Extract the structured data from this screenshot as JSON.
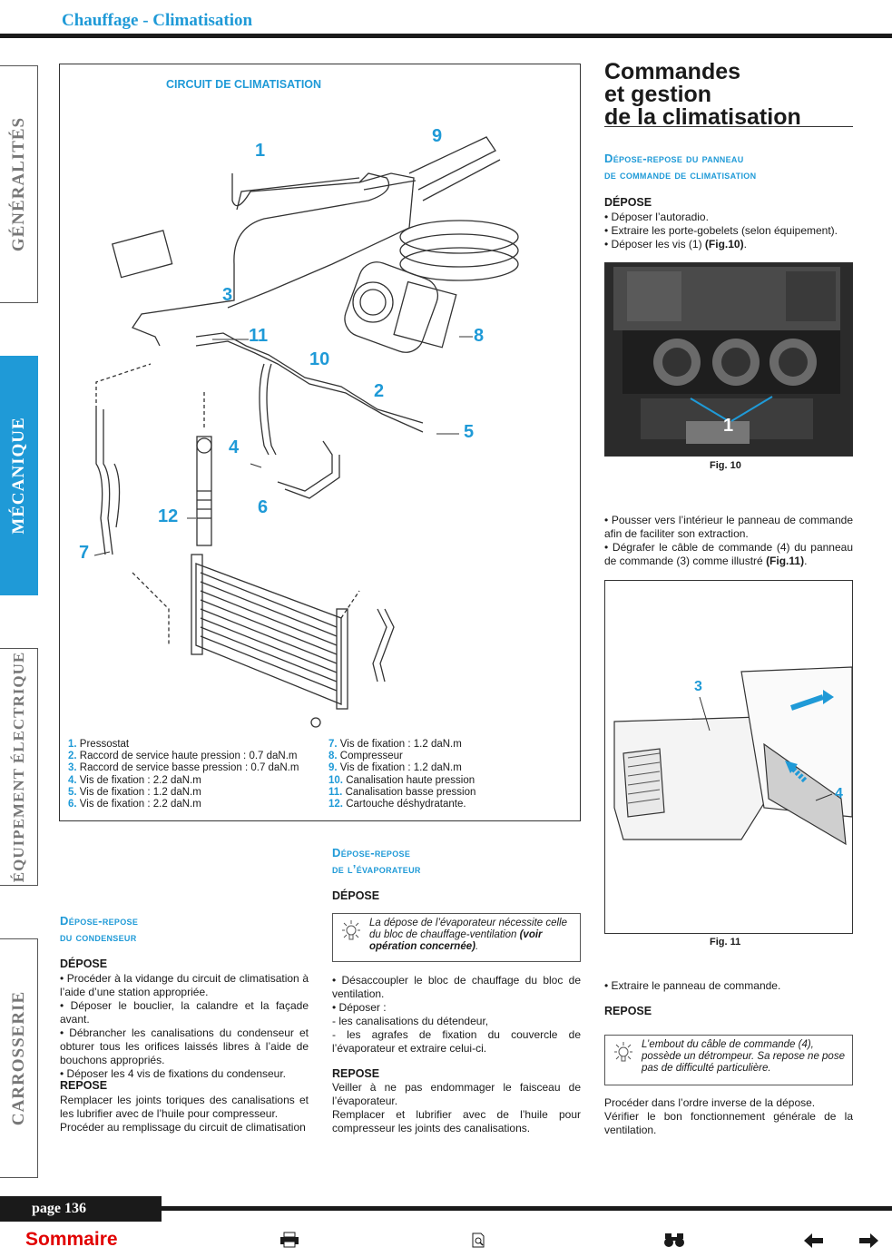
{
  "header": {
    "title": "Chauffage - Climatisation"
  },
  "side_tabs": [
    "GÉNÉRALITÉS",
    "MÉCANIQUE",
    "ÉQUIPEMENT ÉLECTRIQUE",
    "CARROSSERIE"
  ],
  "diagram": {
    "title": "CIRCUIT DE CLIMATISATION",
    "callouts": [
      "1",
      "2",
      "3",
      "4",
      "5",
      "6",
      "7",
      "8",
      "9",
      "10",
      "11",
      "12"
    ],
    "legend_left": [
      {
        "n": "1.",
        "t": "Pressostat"
      },
      {
        "n": "2.",
        "t": "Raccord de service haute pression : 0.7 daN.m"
      },
      {
        "n": "3.",
        "t": "Raccord de service basse pression : 0.7 daN.m"
      },
      {
        "n": "4.",
        "t": "Vis de fixation : 2.2 daN.m"
      },
      {
        "n": "5.",
        "t": "Vis de fixation : 1.2 daN.m"
      },
      {
        "n": "6.",
        "t": "Vis de fixation : 2.2 daN.m"
      }
    ],
    "legend_right": [
      {
        "n": "7.",
        "t": "Vis de fixation : 1.2 daN.m"
      },
      {
        "n": "8.",
        "t": "Compresseur"
      },
      {
        "n": "9.",
        "t": "Vis de fixation : 1.2 daN.m"
      },
      {
        "n": "10.",
        "t": "Canalisation haute pression"
      },
      {
        "n": "11.",
        "t": "Canalisation basse pression"
      },
      {
        "n": "12.",
        "t": "Cartouche déshydratante."
      }
    ]
  },
  "condenseur": {
    "heading1": "Dépose-repose",
    "heading2": "du condenseur",
    "depose_label": "DÉPOSE",
    "depose_lines": [
      "• Procéder à la vidange du circuit de climatisation à l’aide d’une station appropriée.",
      "• Déposer le bouclier, la calandre et la façade avant.",
      "• Débrancher les canalisations du condenseur et obturer tous les orifices laissés libres à l’aide de bouchons appropriés.",
      "• Déposer les 4 vis de fixations du condenseur."
    ],
    "repose_label": "REPOSE",
    "repose_lines": [
      "Remplacer les joints toriques des canalisations et les lubrifier avec de l’huile pour compresseur.",
      "Procéder au remplissage du circuit de climatisation"
    ]
  },
  "evaporateur": {
    "heading1": "Dépose-repose",
    "heading2": "de l’évaporateur",
    "depose_label": "DÉPOSE",
    "note_text": "La dépose de l’évaporateur nécessite celle du bloc de chauffage-ventilation ",
    "note_bold": "(voir opération concernée)",
    "note_end": ".",
    "depose_lines": [
      "• Désaccoupler le bloc de chauffage du bloc de ventilation.",
      "• Déposer :",
      "- les canalisations du détendeur,",
      "- les agrafes de fixation du couvercle de l’évaporateur et extraire celui-ci."
    ],
    "repose_label": "REPOSE",
    "repose_lines": [
      "Veiller à ne pas endommager le faisceau de l’évaporateur.",
      "Remplacer et lubrifier avec de l’huile pour compresseur les joints des canalisations."
    ]
  },
  "commandes": {
    "title_lines": [
      "Commandes",
      "et gestion",
      "de la climatisation"
    ],
    "heading1": "Dépose-repose du panneau",
    "heading2": "de commande de climatisation",
    "depose_label": "DÉPOSE",
    "depose_lines": [
      "• Déposer l’autoradio.",
      "• Extraire les porte-gobelets (selon équipement)."
    ],
    "depose_vis_text": "• Déposer les vis (1) ",
    "depose_vis_ref": "(Fig.10)",
    "fig10_caption": "Fig. 10",
    "fig10_callout": "1",
    "mid_line1": "• Pousser vers l’intérieur le panneau de commande afin de faciliter son extraction.",
    "mid_line2_text": "• Dégrafer le câble de commande (4) du panneau de commande (3) comme illustré ",
    "mid_line2_ref": "(Fig.11)",
    "fig11_caption": "Fig. 11",
    "fig11_callouts": [
      "3",
      "4"
    ],
    "extract_line": "• Extraire le panneau de commande.",
    "repose_label": "REPOSE",
    "note_text": "L’embout du câble de commande (4), possède un détrompeur. Sa repose ne pose pas de difficulté particulière.",
    "final_lines": [
      "Procéder dans l’ordre inverse de la dépose.",
      "Vérifier le bon fonctionnement générale de la ventilation."
    ]
  },
  "footer": {
    "page_label": "page 136",
    "sommaire": "Sommaire",
    "icons": [
      "printer-icon",
      "page-zoom-icon",
      "binoculars-icon",
      "arrow-left-icon",
      "arrow-right-icon"
    ]
  },
  "colors": {
    "accent": "#1f9ad7",
    "sommaire": "#e10000",
    "rule": "#1a1a1a"
  }
}
